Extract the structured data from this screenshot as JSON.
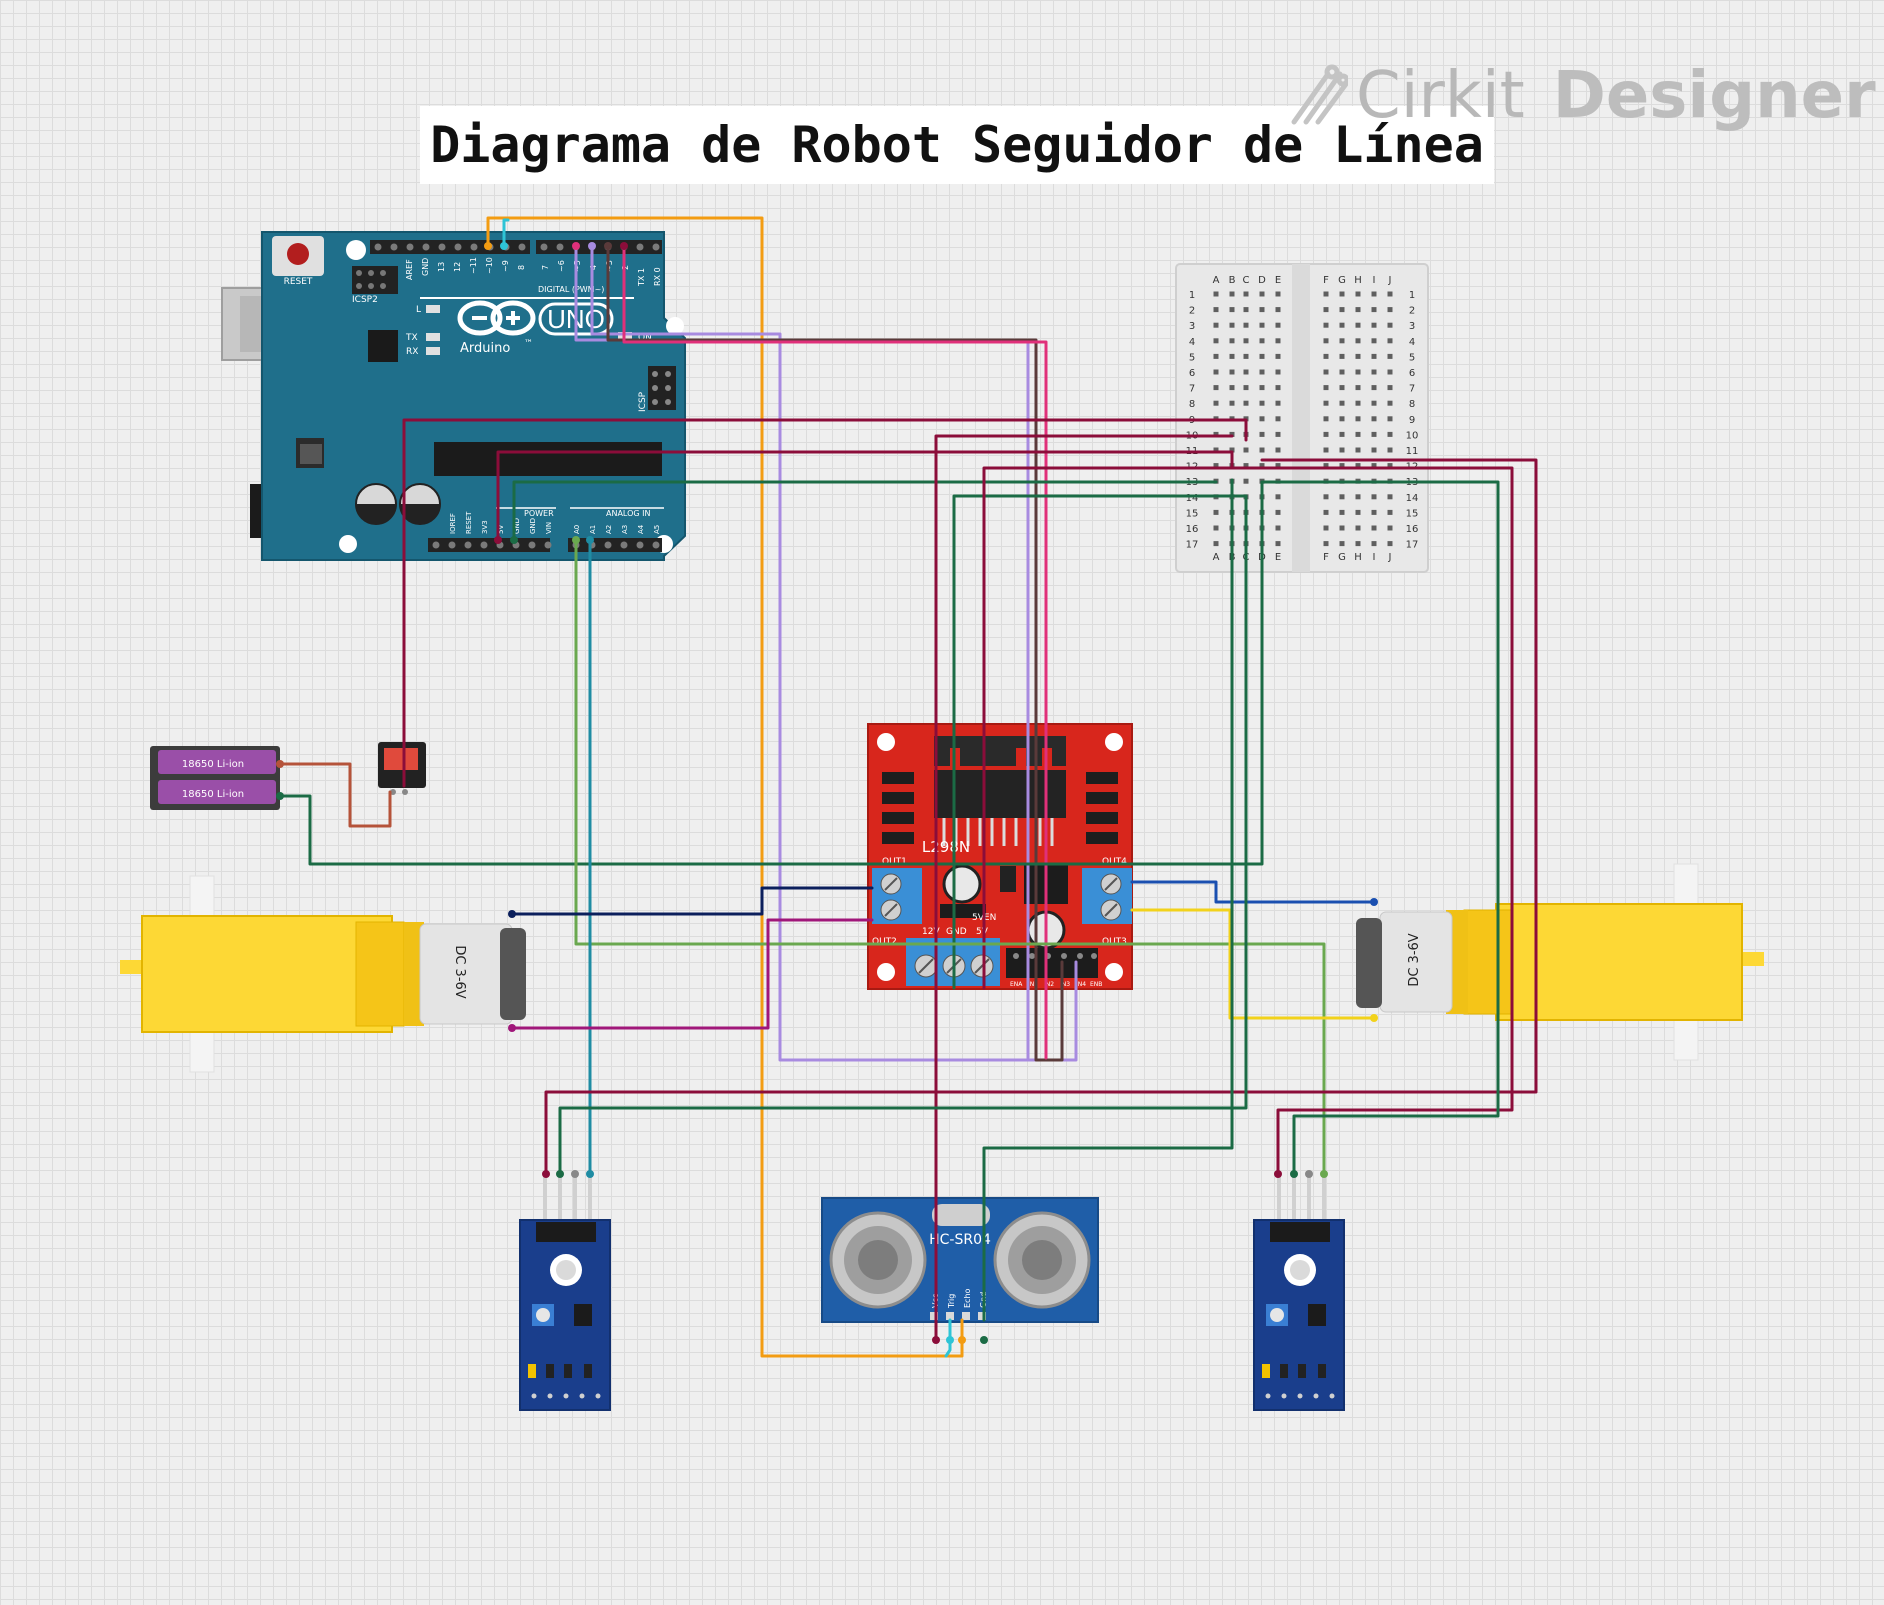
{
  "title": "Diagrama de Robot Seguidor de Línea",
  "logo": {
    "word1": "Cirkit",
    "word2": "Designer"
  },
  "arduino": {
    "reset": "RESET",
    "icsp2": "ICSP2",
    "digital": "DIGITAL (PWM~)",
    "brand": "Arduino",
    "model": "UNO",
    "tm": "™",
    "on": "ON",
    "l": "L",
    "tx": "TX",
    "rx": "RX",
    "icsp": "ICSP",
    "power": "POWER",
    "analog": "ANALOG IN",
    "top_pins": [
      "AREF",
      "GND",
      "13",
      "12",
      "~11",
      "~10",
      "~9",
      "8",
      "7",
      "~6",
      "~5",
      "4",
      "~3",
      "2",
      "TX 1",
      "RX 0"
    ],
    "bottom_pins": [
      "IOREF",
      "RESET",
      "3V3",
      "5V",
      "GND",
      "GND",
      "VIN",
      "A0",
      "A1",
      "A2",
      "A3",
      "A4",
      "A5"
    ]
  },
  "breadboard": {
    "left_cols": [
      "A",
      "B",
      "C",
      "D",
      "E"
    ],
    "right_cols": [
      "F",
      "G",
      "H",
      "I",
      "J"
    ],
    "rows": [
      "1",
      "2",
      "3",
      "4",
      "5",
      "6",
      "7",
      "8",
      "9",
      "10",
      "11",
      "12",
      "13",
      "14",
      "15",
      "16",
      "17"
    ]
  },
  "battery": {
    "cell_label": "18650 Li-ion"
  },
  "driver": {
    "name": "L298N",
    "out1": "OUT1",
    "out2": "OUT2",
    "out3": "OUT3",
    "out4": "OUT4",
    "v12": "12V",
    "gnd": "GND",
    "v5": "5V",
    "v5en": "5VEN",
    "pins": [
      "ENA",
      "IN1",
      "IN2",
      "IN3",
      "IN4",
      "ENB"
    ]
  },
  "motor": {
    "label": "DC 3-6V"
  },
  "sonar": {
    "name": "HC-SR04",
    "pins": [
      "Vcc",
      "Trig",
      "Echo",
      "Gnd"
    ]
  },
  "colors": {
    "arduino": "#1f6f8b",
    "driver": "#d8261c",
    "motor": "#fdd835",
    "sensor": "#1a3e8c",
    "battery": "#8e3d99",
    "wire_red": "#8b0d3a",
    "wire_green": "#1b6b45",
    "wire_orange": "#f39c12",
    "wire_purple": "#a88be0"
  }
}
